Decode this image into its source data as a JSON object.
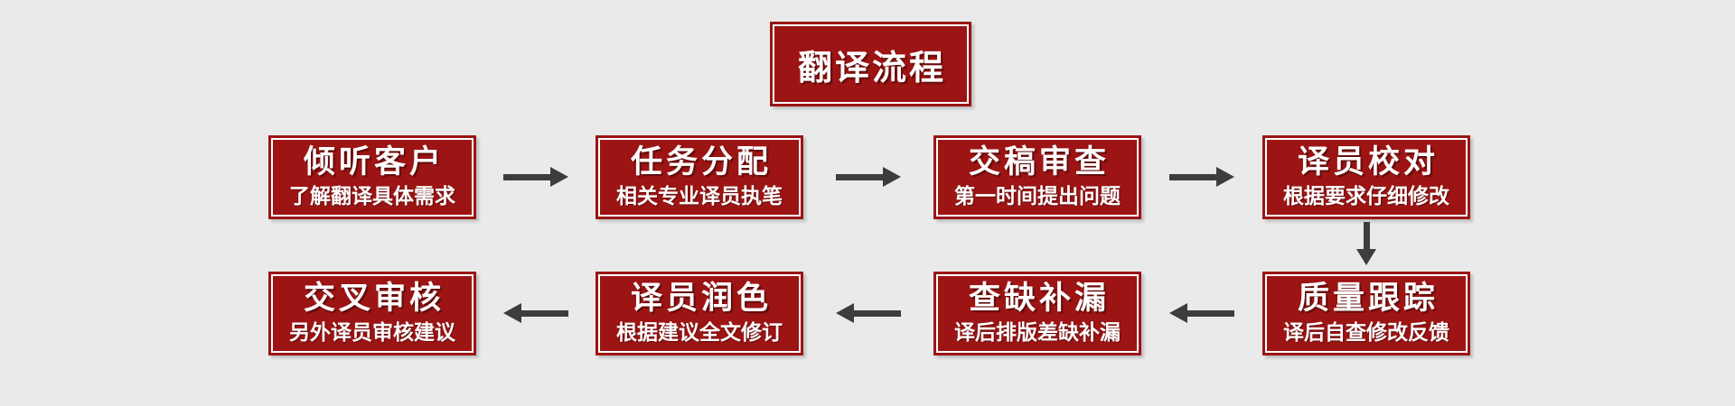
{
  "colors": {
    "page_bg": "#eaeaea",
    "box_red": "#9c1414",
    "box_inner_border": "#ffffff",
    "arrow_gray": "#3d3d3d",
    "text_white": "#ffffff"
  },
  "title_box": {
    "label": "翻译流程"
  },
  "steps_row1": [
    {
      "title": "倾听客户",
      "subtitle": "了解翻译具体需求"
    },
    {
      "title": "任务分配",
      "subtitle": "相关专业译员执笔"
    },
    {
      "title": "交稿审查",
      "subtitle": "第一时间提出问题"
    },
    {
      "title": "译员校对",
      "subtitle": "根据要求仔细修改"
    }
  ],
  "steps_row2": [
    {
      "title": "交叉审核",
      "subtitle": "另外译员审核建议"
    },
    {
      "title": "译员润色",
      "subtitle": "根据建议全文修订"
    },
    {
      "title": "查缺补漏",
      "subtitle": "译后排版差缺补漏"
    },
    {
      "title": "质量跟踪",
      "subtitle": "译后自查修改反馈"
    }
  ]
}
